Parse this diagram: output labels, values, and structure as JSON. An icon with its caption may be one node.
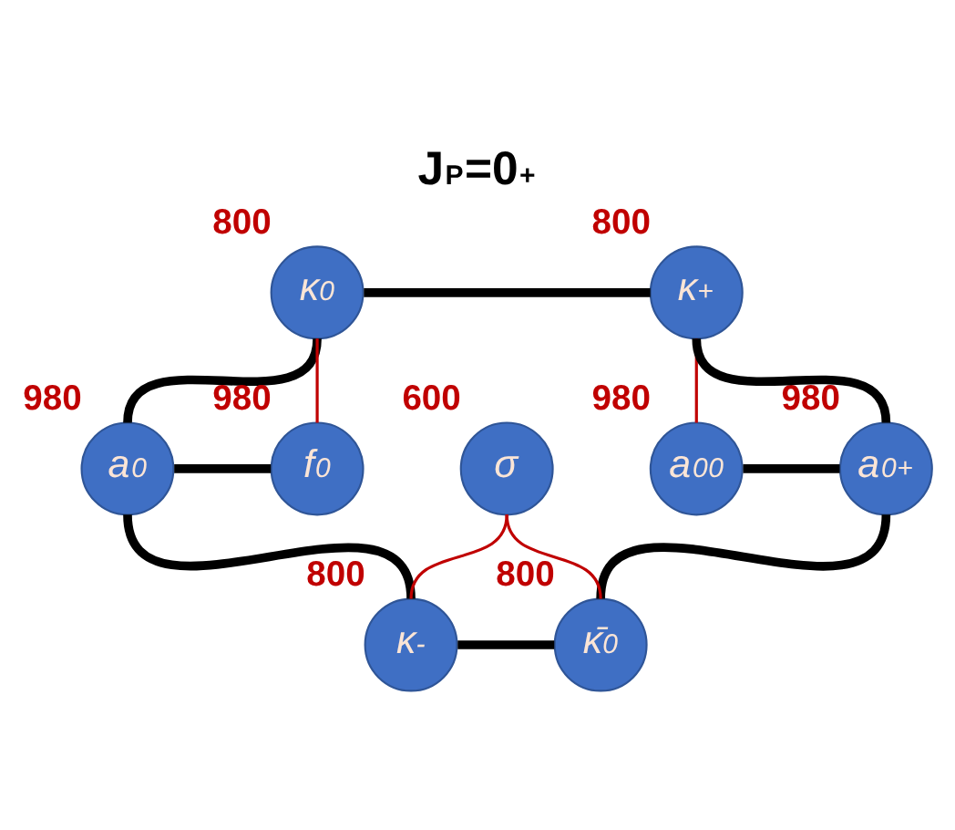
{
  "diagram": {
    "title": "J$^{P}$=0$^{+}$",
    "nodes": [
      {
        "text": [
          "κ$^{0}$"
        ],
        "beside": [
          "800"
        ]
      },
      {
        "text": [
          "κ$^{+}$"
        ],
        "beside": [
          "800"
        ]
      },
      {
        "text": [
          "a$_{0}$"
        ],
        "beside": [
          "980"
        ]
      },
      {
        "text": [
          "f$_{0}$"
        ],
        "beside": [
          "980"
        ]
      },
      {
        "text": [
          "a$_{0}$$^{0}$"
        ],
        "beside": [
          "980"
        ]
      },
      {
        "text": [
          "a$_{0}$$^{+}$"
        ],
        "beside": [
          "980"
        ]
      },
      {
        "text": [
          "σ"
        ],
        "beside": [
          "600"
        ]
      },
      {
        "text": [
          "κ$^{-}$"
        ],
        "beside": [
          "800"
        ]
      },
      {
        "text": [
          "κ̄$^{0}$"
        ],
        "beside": [
          "800"
        ]
      }
    ],
    "edges": [
      {
        "from": 0,
        "to": 1,
        "arrow": "none"
      },
      {
        "from": 1,
        "to": 5,
        "arrow": "none"
      },
      {
        "from": 5,
        "to": 8,
        "arrow": "none"
      },
      {
        "from": 8,
        "to": 7,
        "arrow": "none"
      },
      {
        "from": 7,
        "to": 2,
        "arrow": "none"
      },
      {
        "from": 2,
        "to": 0,
        "arrow": "none"
      },
      {
        "from": 2,
        "to": 3,
        "arrow": "none"
      },
      {
        "from": 4,
        "to": 5,
        "arrow": "none"
      },
      {
        "from": 0,
        "to": 3,
        "arrow": "none",
        "color": "#c00000"
      },
      {
        "from": 1,
        "to": 4,
        "arrow": "none",
        "color": "#c00000"
      },
      {
        "from": 6,
        "to": 7,
        "arrow": "none",
        "color": "#c00000"
      },
      {
        "from": 6,
        "to": 8,
        "arrow": "none",
        "color": "#c00000"
      }
    ]
  }
}
